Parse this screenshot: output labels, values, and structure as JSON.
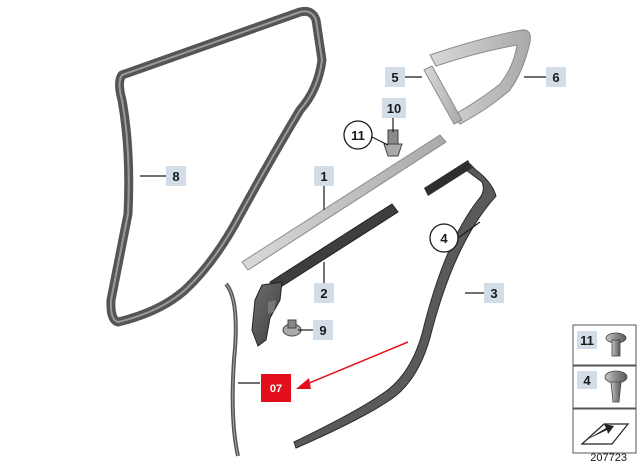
{
  "callouts": {
    "p1": "1",
    "p2": "2",
    "p3": "3",
    "p4": "4",
    "p5": "5",
    "p6": "6",
    "p8": "8",
    "p9": "9",
    "p10": "10",
    "p11": "11"
  },
  "highlight": {
    "label": "07",
    "color": "#e3101c"
  },
  "legend": {
    "item_11": "11",
    "item_4": "4"
  },
  "diagram_number": "207723",
  "colors": {
    "tag_fill": "#d2dde8",
    "arrow_red": "#e3101c",
    "part_dark": "#4a4a4a",
    "part_light": "#c8c8c8"
  },
  "icons": [
    "screw-icon",
    "clip-rivet-icon",
    "perspective-arrow-icon"
  ]
}
